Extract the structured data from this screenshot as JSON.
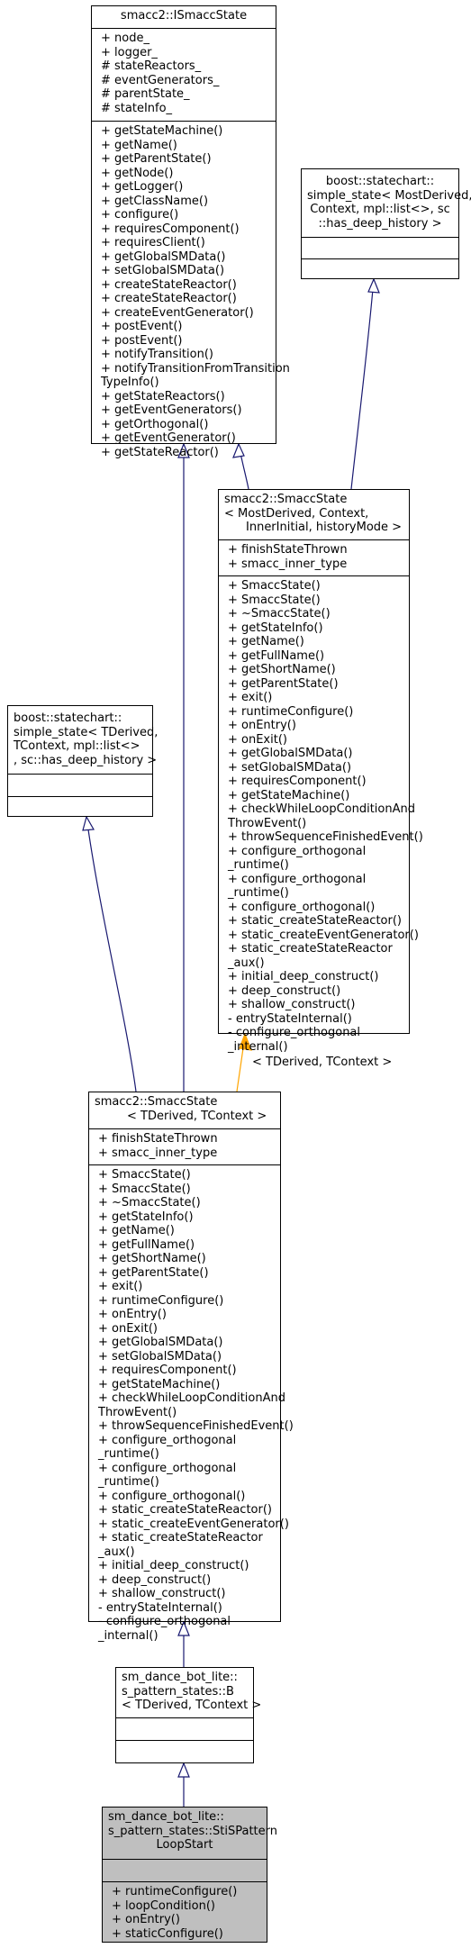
{
  "nodes": {
    "isaccstate": {
      "title_lines": [
        "smacc2::ISmaccState"
      ],
      "attributes": [
        "+ node_",
        "+ logger_",
        "# stateReactors_",
        "# eventGenerators_",
        "# parentState_",
        "# stateInfo_"
      ],
      "methods": [
        "+ getStateMachine()",
        "+ getName()",
        "+ getParentState()",
        "+ getNode()",
        "+ getLogger()",
        "+ getClassName()",
        "+ configure()",
        "+ requiresComponent()",
        "+ requiresClient()",
        "+ getGlobalSMData()",
        "+ setGlobalSMData()",
        "+ createStateReactor()",
        "+ createStateReactor()",
        "+ createEventGenerator()",
        "+ postEvent()",
        "+ postEvent()",
        "+ notifyTransition()",
        "+ notifyTransitionFromTransition",
        "TypeInfo()",
        "+ getStateReactors()",
        "+ getEventGenerators()",
        "+ getOrthogonal()",
        "+ getEventGenerator()",
        "+ getStateReactor()"
      ]
    },
    "boost_simple_state_deep": {
      "title_lines": [
        "boost::statechart::",
        "simple_state< MostDerived,",
        "Context, mpl::list<>, sc",
        "::has_deep_history >"
      ],
      "attributes": [],
      "methods": []
    },
    "smaccstate_template": {
      "title_lines": [
        "smacc2::SmaccState",
        "< MostDerived, Context,",
        "InnerInitial, historyMode >"
      ],
      "attributes": [
        "+ finishStateThrown",
        "+ smacc_inner_type"
      ],
      "methods": [
        "+ SmaccState()",
        "+ SmaccState()",
        "+ ~SmaccState()",
        "+ getStateInfo()",
        "+ getName()",
        "+ getFullName()",
        "+ getShortName()",
        "+ getParentState()",
        "+ exit()",
        "+ runtimeConfigure()",
        "+ onEntry()",
        "+ onExit()",
        "+ getGlobalSMData()",
        "+ setGlobalSMData()",
        "+ requiresComponent()",
        "+ getStateMachine()",
        "+ checkWhileLoopConditionAnd",
        "ThrowEvent()",
        "+ throwSequenceFinishedEvent()",
        "+ configure_orthogonal",
        "_runtime()",
        "+ configure_orthogonal",
        "_runtime()",
        "+ configure_orthogonal()",
        "+ static_createStateReactor()",
        "+ static_createEventGenerator()",
        "+ static_createStateReactor",
        "_aux()",
        "+ initial_deep_construct()",
        "+ deep_construct()",
        "+ shallow_construct()",
        "- entryStateInternal()",
        "- configure_orthogonal",
        "_internal()"
      ]
    },
    "boost_simple_state_tderived": {
      "title_lines": [
        "boost::statechart::",
        "simple_state< TDerived,",
        "TContext, mpl::list<>",
        ", sc::has_deep_history >"
      ],
      "attributes": [],
      "methods": []
    },
    "smaccstate_tderived": {
      "title_lines": [
        "smacc2::SmaccState",
        "< TDerived, TContext >"
      ],
      "attributes": [
        "+ finishStateThrown",
        "+ smacc_inner_type"
      ],
      "methods": [
        "+ SmaccState()",
        "+ SmaccState()",
        "+ ~SmaccState()",
        "+ getStateInfo()",
        "+ getName()",
        "+ getFullName()",
        "+ getShortName()",
        "+ getParentState()",
        "+ exit()",
        "+ runtimeConfigure()",
        "+ onEntry()",
        "+ onExit()",
        "+ getGlobalSMData()",
        "+ setGlobalSMData()",
        "+ requiresComponent()",
        "+ getStateMachine()",
        "+ checkWhileLoopConditionAnd",
        "ThrowEvent()",
        "+ throwSequenceFinishedEvent()",
        "+ configure_orthogonal",
        "_runtime()",
        "+ configure_orthogonal",
        "_runtime()",
        "+ configure_orthogonal()",
        "+ static_createStateReactor()",
        "+ static_createEventGenerator()",
        "+ static_createStateReactor",
        "_aux()",
        "+ initial_deep_construct()",
        "+ deep_construct()",
        "+ shallow_construct()",
        "- entryStateInternal()",
        "- configure_orthogonal",
        "_internal()"
      ]
    },
    "s_pattern_b": {
      "title_lines": [
        "sm_dance_bot_lite::",
        "s_pattern_states::B",
        "< TDerived, TContext >"
      ],
      "attributes": [],
      "methods": []
    },
    "sti_pattern_loop_start": {
      "title_lines": [
        "sm_dance_bot_lite::",
        "s_pattern_states::StiSPattern",
        "LoopStart"
      ],
      "attributes": [],
      "methods": [
        "+ runtimeConfigure()",
        "+ loopCondition()",
        "+ onEntry()",
        "+ staticConfigure()"
      ]
    }
  },
  "edge_labels": {
    "template_binding": "< TDerived, TContext >"
  },
  "colors": {
    "inheritance_edge": "#191970",
    "template_edge": "#ffa500",
    "active_fill": "#bfbfbf",
    "node_fill": "#ffffff"
  }
}
